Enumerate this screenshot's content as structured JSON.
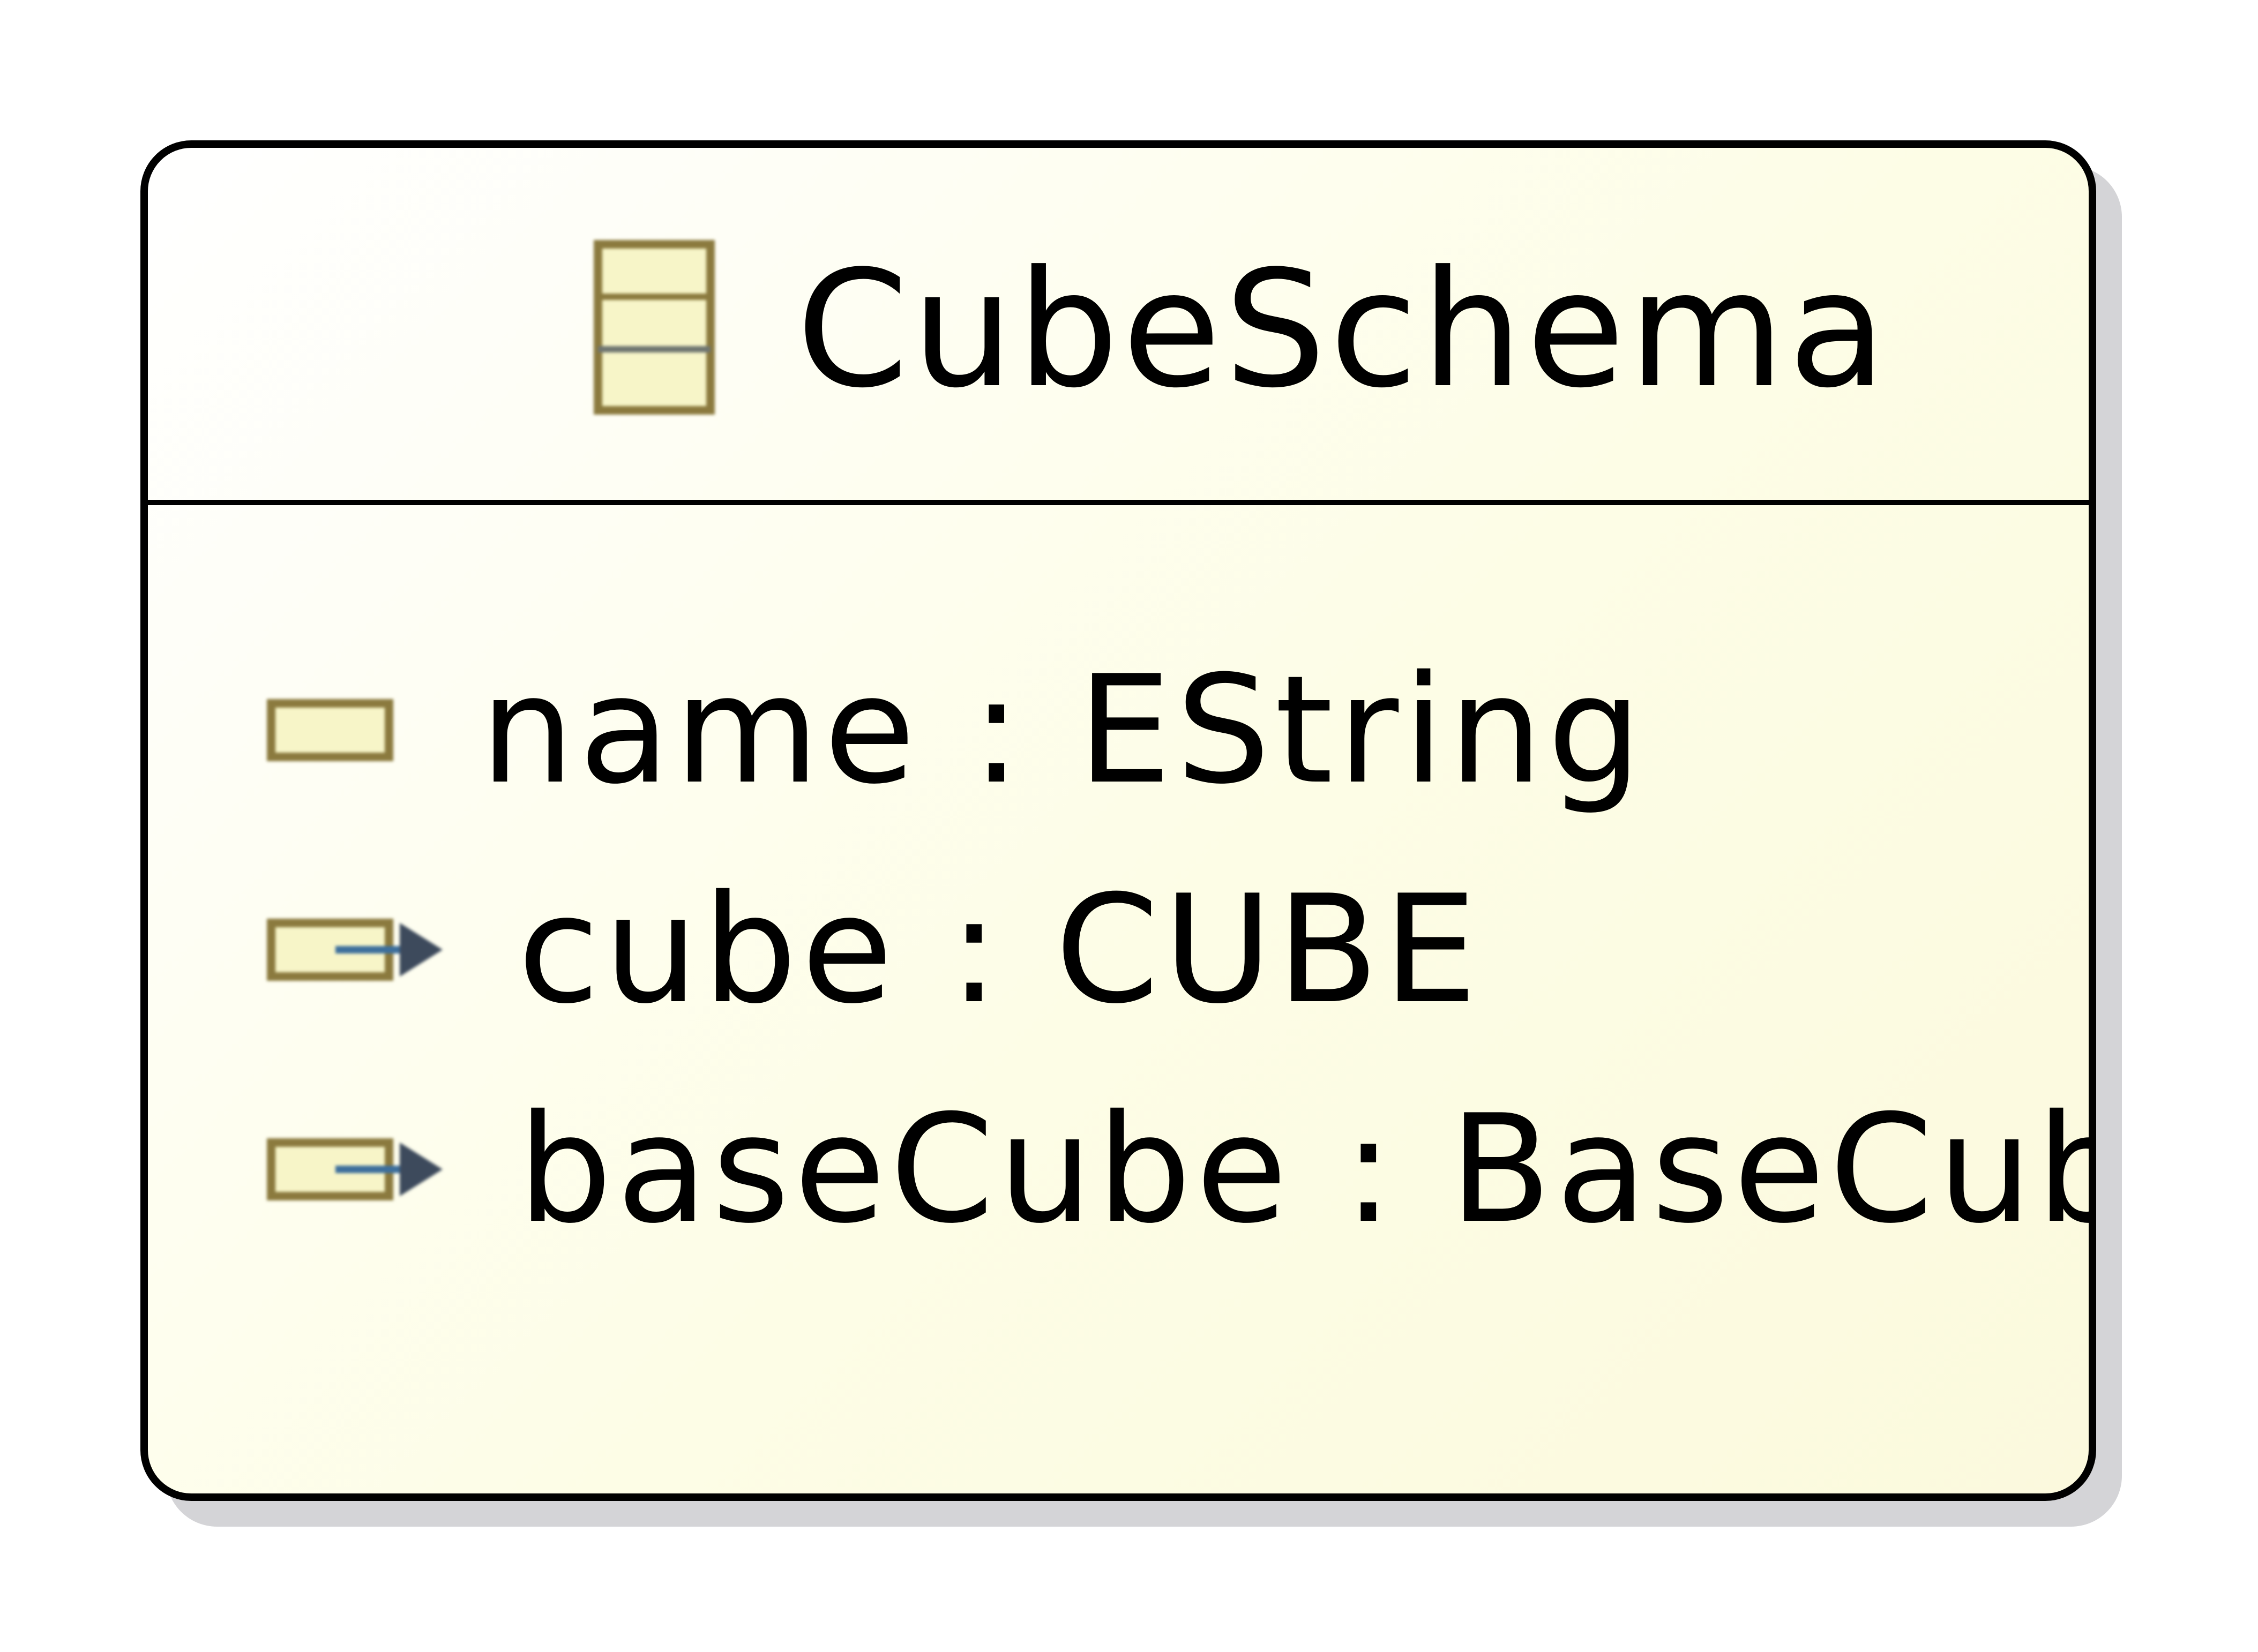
{
  "class": {
    "name": "CubeSchema",
    "icon": "eclass-icon",
    "attributes": [
      {
        "text": "name : EString",
        "icon": "eattribute-icon"
      },
      {
        "text": "cube : CUBE",
        "icon": "ereference-icon"
      },
      {
        "text": "baseCube : BaseCube",
        "icon": "ereference-icon"
      }
    ]
  },
  "colors": {
    "fill": "#fdfde6",
    "border": "#000000",
    "shadow": "#d4d4d7",
    "icon_stroke": "#8b7a3e",
    "icon_fill": "#f7f5c8",
    "arrow": "#3d4a5c"
  }
}
